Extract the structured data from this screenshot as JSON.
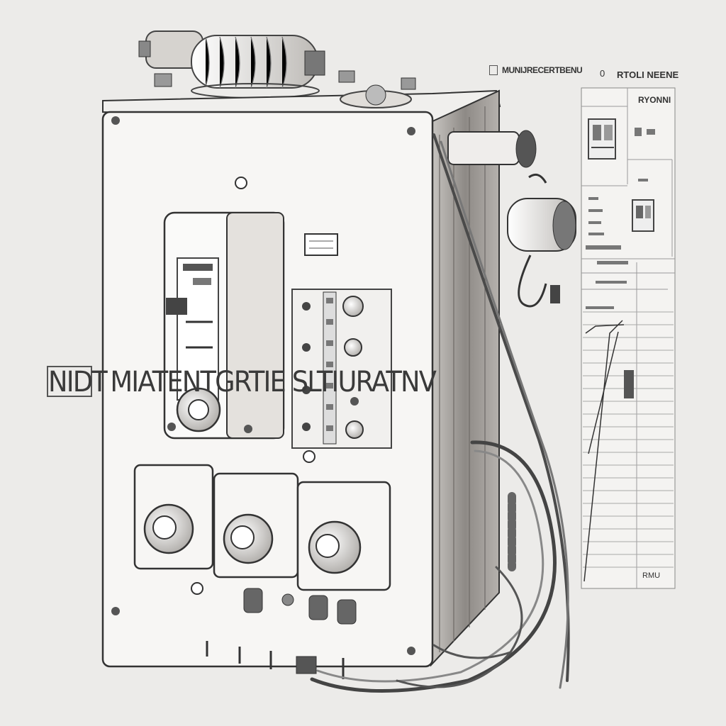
{
  "illustration": {
    "overlay_text": "MIATENTGRTIE SLTIURATNV",
    "overlay_prefix": "NIDT"
  },
  "diagram_sheet": {
    "title": "MUNIJRECERTBENU",
    "code": "RTOLI NEENE",
    "zero": "0",
    "panel_label": "RYONNI",
    "footer_label": "RMU"
  },
  "colors": {
    "background": "#ecebe9",
    "cabinet": "#f7f6f4",
    "ink": "#3b3b3b",
    "shadow": "#9a9794"
  }
}
